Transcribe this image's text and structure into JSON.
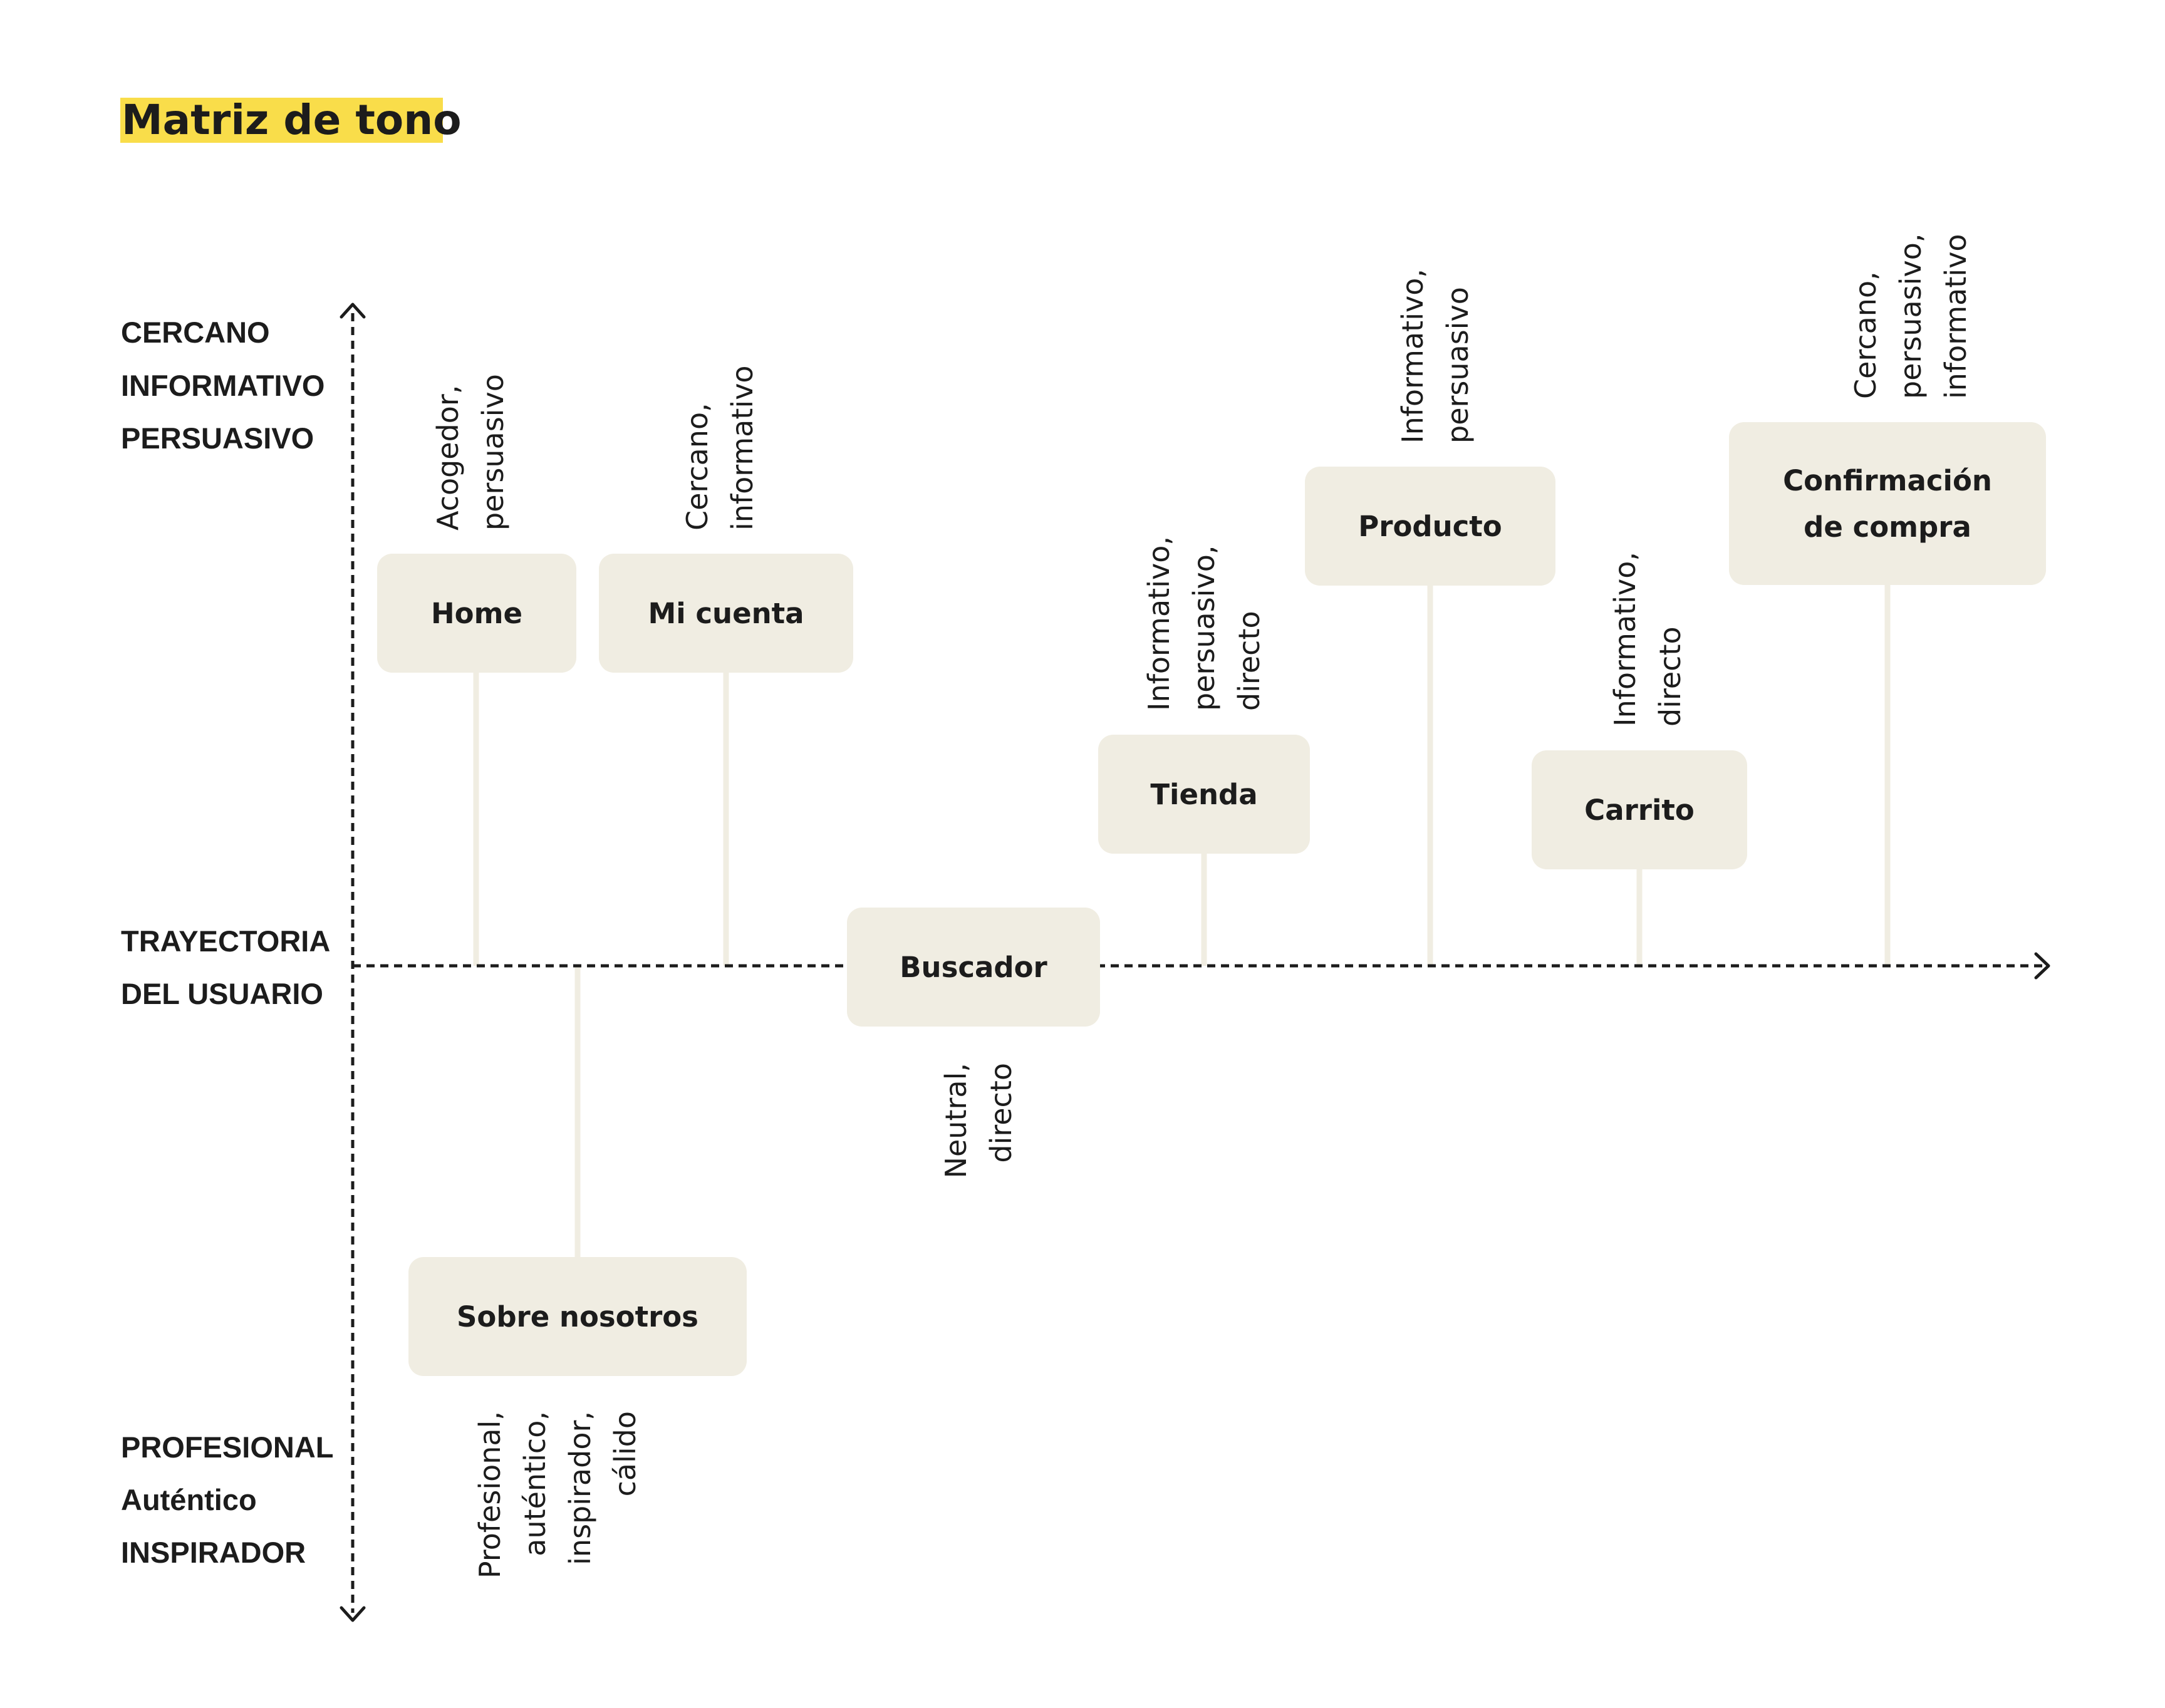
{
  "title": "Matriz de tono",
  "axis_labels": {
    "top": [
      "CERCANO",
      "INFORMATIVO",
      "PERSUASIVO"
    ],
    "middle": [
      "TRAYECTORIA",
      "DEL USUARIO"
    ],
    "bottom": [
      "PROFESIONAL",
      "Auténtico",
      "INSPIRADOR"
    ]
  },
  "colors": {
    "highlight": "#f9dd4a",
    "box": "#f0ede2",
    "text": "#1c1c1c"
  },
  "nodes": [
    {
      "name": "Home",
      "label": [
        "Home"
      ],
      "tone": [
        "Acogedor,",
        "persuasivo"
      ]
    },
    {
      "name": "Mi cuenta",
      "label": [
        "Mi cuenta"
      ],
      "tone": [
        "Cercano,",
        "informativo"
      ]
    },
    {
      "name": "Sobre nosotros",
      "label": [
        "Sobre nosotros"
      ],
      "tone": [
        "Profesional,",
        "auténtico,",
        "inspirador,",
        "cálido"
      ]
    },
    {
      "name": "Buscador",
      "label": [
        "Buscador"
      ],
      "tone": [
        "Neutral,",
        "directo"
      ]
    },
    {
      "name": "Tienda",
      "label": [
        "Tienda"
      ],
      "tone": [
        "Informativo,",
        "persuasivo,",
        "directo"
      ]
    },
    {
      "name": "Producto",
      "label": [
        "Producto"
      ],
      "tone": [
        "Informativo,",
        "persuasivo"
      ]
    },
    {
      "name": "Carrito",
      "label": [
        "Carrito"
      ],
      "tone": [
        "Informativo,",
        "directo"
      ]
    },
    {
      "name": "Confirmación de compra",
      "label": [
        "Confirmación",
        "de compra"
      ],
      "tone": [
        "Cercano,",
        "persuasivo,",
        "informativo"
      ]
    }
  ]
}
